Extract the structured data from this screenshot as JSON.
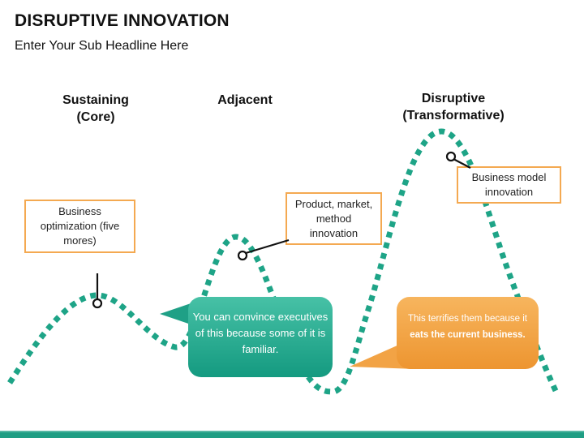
{
  "slide": {
    "title": "DISRUPTIVE INNOVATION",
    "subtitle": "Enter Your Sub Headline Here"
  },
  "stages": [
    {
      "name": "sustaining",
      "line1": "Sustaining",
      "line2": "(Core)"
    },
    {
      "name": "adjacent",
      "line1": "Adjacent",
      "line2": ""
    },
    {
      "name": "disruptive",
      "line1": "Disruptive",
      "line2": "(Transformative)"
    }
  ],
  "callouts": [
    {
      "text": "Business optimization (five mores)"
    },
    {
      "text": "Product, market, method innovation"
    },
    {
      "text": "Business model innovation"
    }
  ],
  "bubbles": {
    "convince": {
      "text": "You can convince executives of this because some of it is familiar."
    },
    "terrify": {
      "lead": "This terrifies them because it",
      "bold": "eats the current business."
    }
  },
  "colors": {
    "curve_teal": "#1EA487",
    "callout_border_orange": "#F4A951",
    "bubble_teal_top": "#47C1A6",
    "bubble_teal_bottom": "#149A80",
    "bubble_orange_top": "#F7B55E",
    "bubble_orange_bottom": "#ED9530",
    "footer_bar": "#1F9E84",
    "marker_stroke": "#111111"
  }
}
